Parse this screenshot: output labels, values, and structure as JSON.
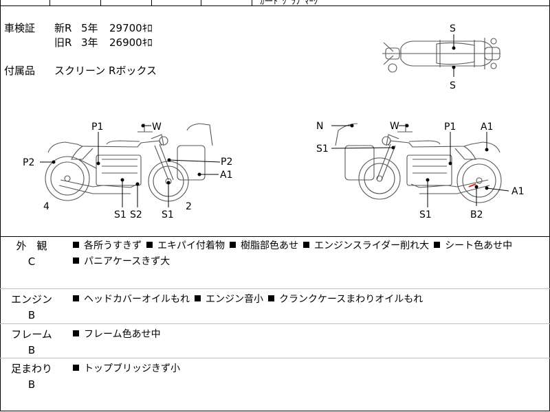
{
  "top_fragment": "ｶ゙ーﾄﾞｸﾞﾗﾌﾞﾏｰｸ",
  "inspection": {
    "label": "車検証",
    "new_rate": "新R",
    "new_years": "5年",
    "new_price": "29700ｷﾛ",
    "old_rate": "旧R",
    "old_years": "3年",
    "old_price": "26900ｷﾛ"
  },
  "accessories": {
    "label": "付属品",
    "value": "スクリーン Rボックス"
  },
  "diagram_labels": {
    "top_s1": "S",
    "top_s2": "S",
    "left": {
      "p1": "P1",
      "w": "W",
      "p2_left": "P2",
      "p2_right": "P2",
      "a1": "A1",
      "s1a": "S1",
      "s2": "S2",
      "s1b": "S1",
      "num4": "4",
      "num2": "2"
    },
    "right": {
      "n": "N",
      "w": "W",
      "p1": "P1",
      "a1_top": "A1",
      "s1_top": "S1",
      "s1_bottom": "S1",
      "b2": "B2",
      "a1_bottom": "A1"
    }
  },
  "conditions": [
    {
      "title": "外　観",
      "grade": "C",
      "items": [
        "各所うすきず",
        "エキパイ付着物",
        "樹脂部色あせ",
        "エンジンスライダー削れ大",
        "シート色あせ中",
        "パニアケースきず大"
      ]
    },
    {
      "title": "エンジン",
      "grade": "B",
      "items": [
        "ヘッドカバーオイルもれ",
        "エンジン音小",
        "クランクケースまわりオイルもれ"
      ]
    },
    {
      "title": "フレーム",
      "grade": "B",
      "items": [
        "フレーム色あせ中"
      ]
    },
    {
      "title": "足まわり",
      "grade": "B",
      "items": [
        "トップブリッジきず小"
      ]
    }
  ]
}
